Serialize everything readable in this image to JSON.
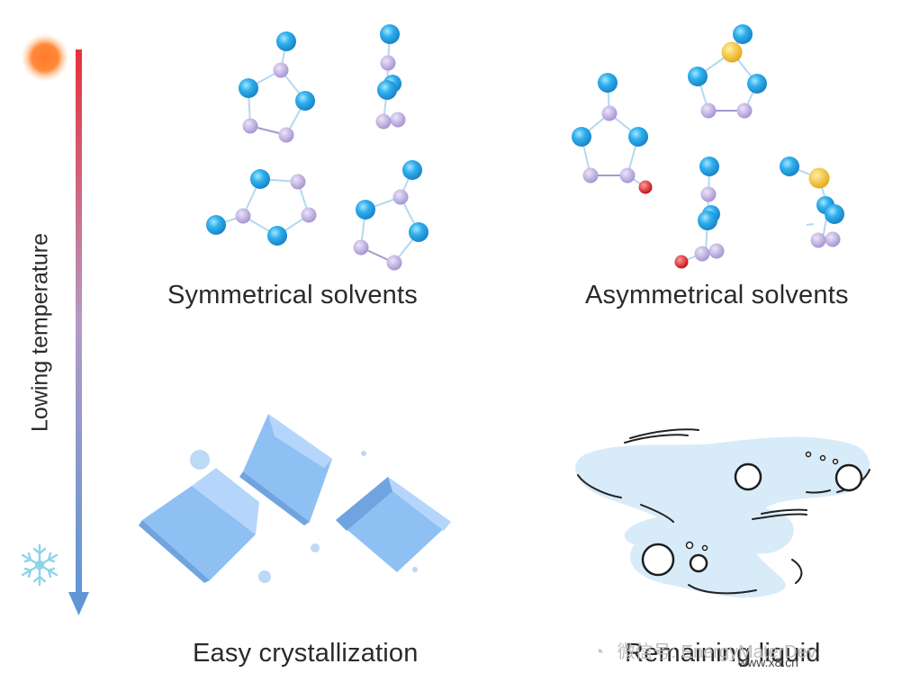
{
  "axis": {
    "label": "Lowing temperature"
  },
  "panels": {
    "symmetrical": {
      "label": "Symmetrical solvents"
    },
    "asymmetrical": {
      "label": "Asymmetrical solvents"
    },
    "crystallization": {
      "label": "Easy crystallization"
    },
    "liquid": {
      "label": "Remaining liquid"
    }
  },
  "watermark": {
    "text": "微信号: EnergyMaterDev",
    "url": "www.x8.cn"
  },
  "colors": {
    "hot": "#e8313a",
    "cold": "#5f97d6",
    "atom_blue": "#2fa8e6",
    "atom_purple": "#b8a9dc",
    "atom_yellow": "#f2c12f",
    "atom_red": "#e0232c",
    "crystal": "#8fc0f4",
    "liquid": "#d8ebf8"
  },
  "icons": {
    "hot": "sun-icon",
    "cold": "snowflake-icon"
  }
}
